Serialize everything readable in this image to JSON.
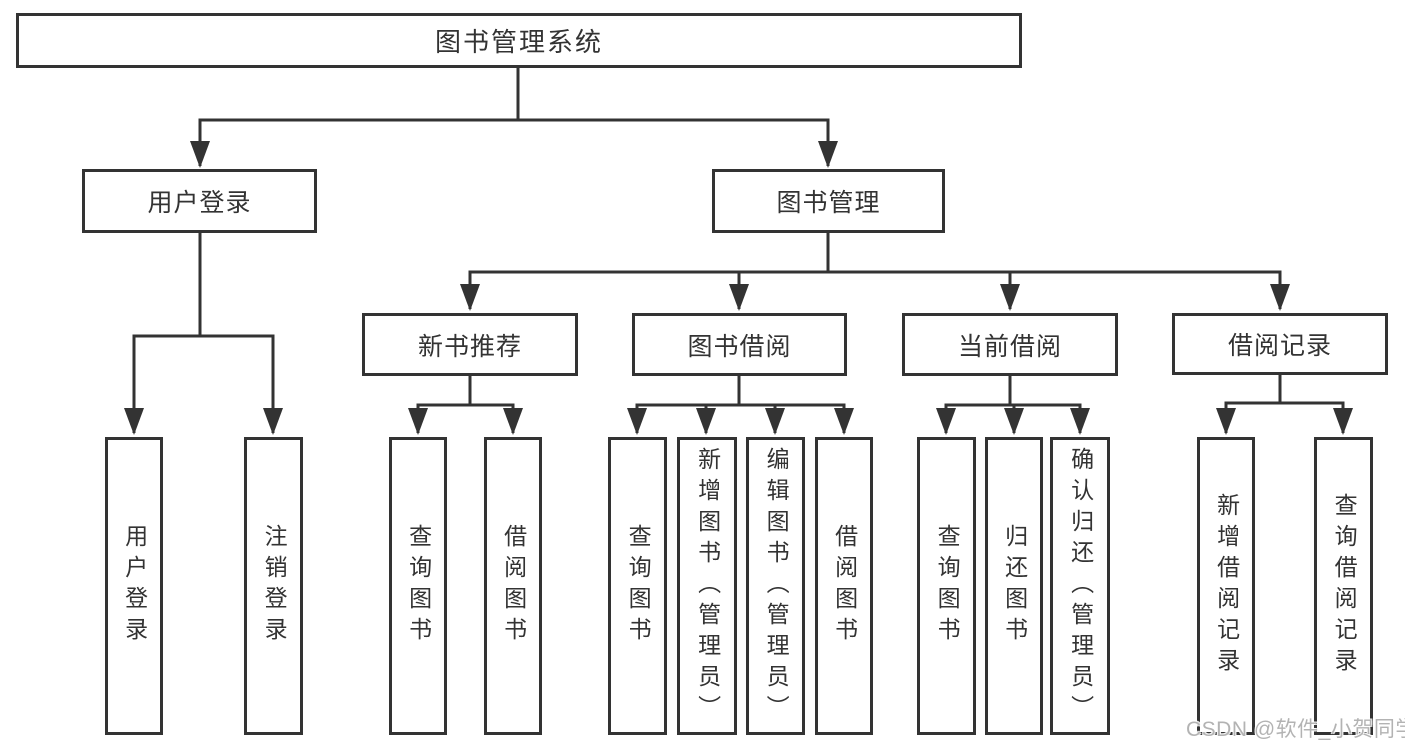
{
  "tree": {
    "label": "图书管理系统",
    "children": [
      {
        "label": "用户登录",
        "children": [
          {
            "label": "用户登录"
          },
          {
            "label": "注销登录"
          }
        ]
      },
      {
        "label": "图书管理",
        "children": [
          {
            "label": "新书推荐",
            "children": [
              {
                "label": "查询图书"
              },
              {
                "label": "借阅图书"
              }
            ]
          },
          {
            "label": "图书借阅",
            "children": [
              {
                "label": "查询图书"
              },
              {
                "label": "新增图书（管理员）"
              },
              {
                "label": "编辑图书（管理员）"
              },
              {
                "label": "借阅图书"
              }
            ]
          },
          {
            "label": "当前借阅",
            "children": [
              {
                "label": "查询图书"
              },
              {
                "label": "归还图书"
              },
              {
                "label": "确认归还（管理员）"
              }
            ]
          },
          {
            "label": "借阅记录",
            "children": [
              {
                "label": "新增借阅记录"
              },
              {
                "label": "查询借阅记录"
              }
            ]
          }
        ]
      }
    ]
  },
  "watermark": {
    "text": "CSDN @软件_小贺同学"
  },
  "colors": {
    "line": "#333333",
    "text": "#333333",
    "watermark": "#b3b3b3",
    "background": "#ffffff"
  }
}
